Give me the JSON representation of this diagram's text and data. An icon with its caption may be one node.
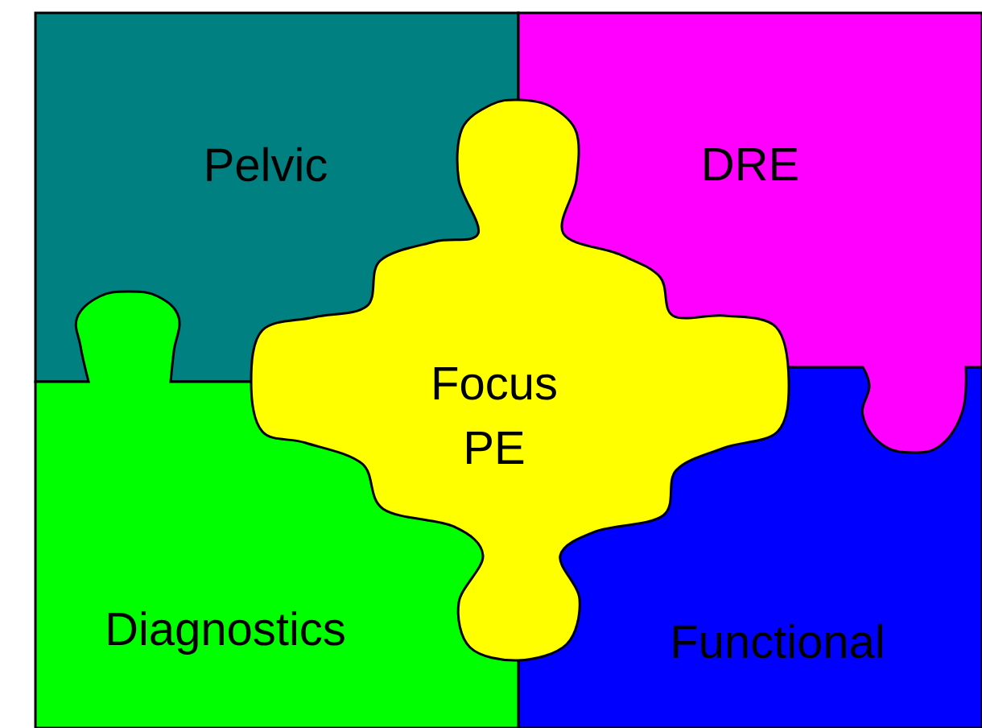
{
  "diagram": {
    "nodes": [
      {
        "text": [
          "Pelvic"
        ]
      },
      {
        "text": [
          "DRE"
        ]
      },
      {
        "text": [
          "Focus PE"
        ]
      },
      {
        "text": [
          "Diagnostics"
        ]
      },
      {
        "text": [
          "Functional"
        ]
      }
    ]
  }
}
